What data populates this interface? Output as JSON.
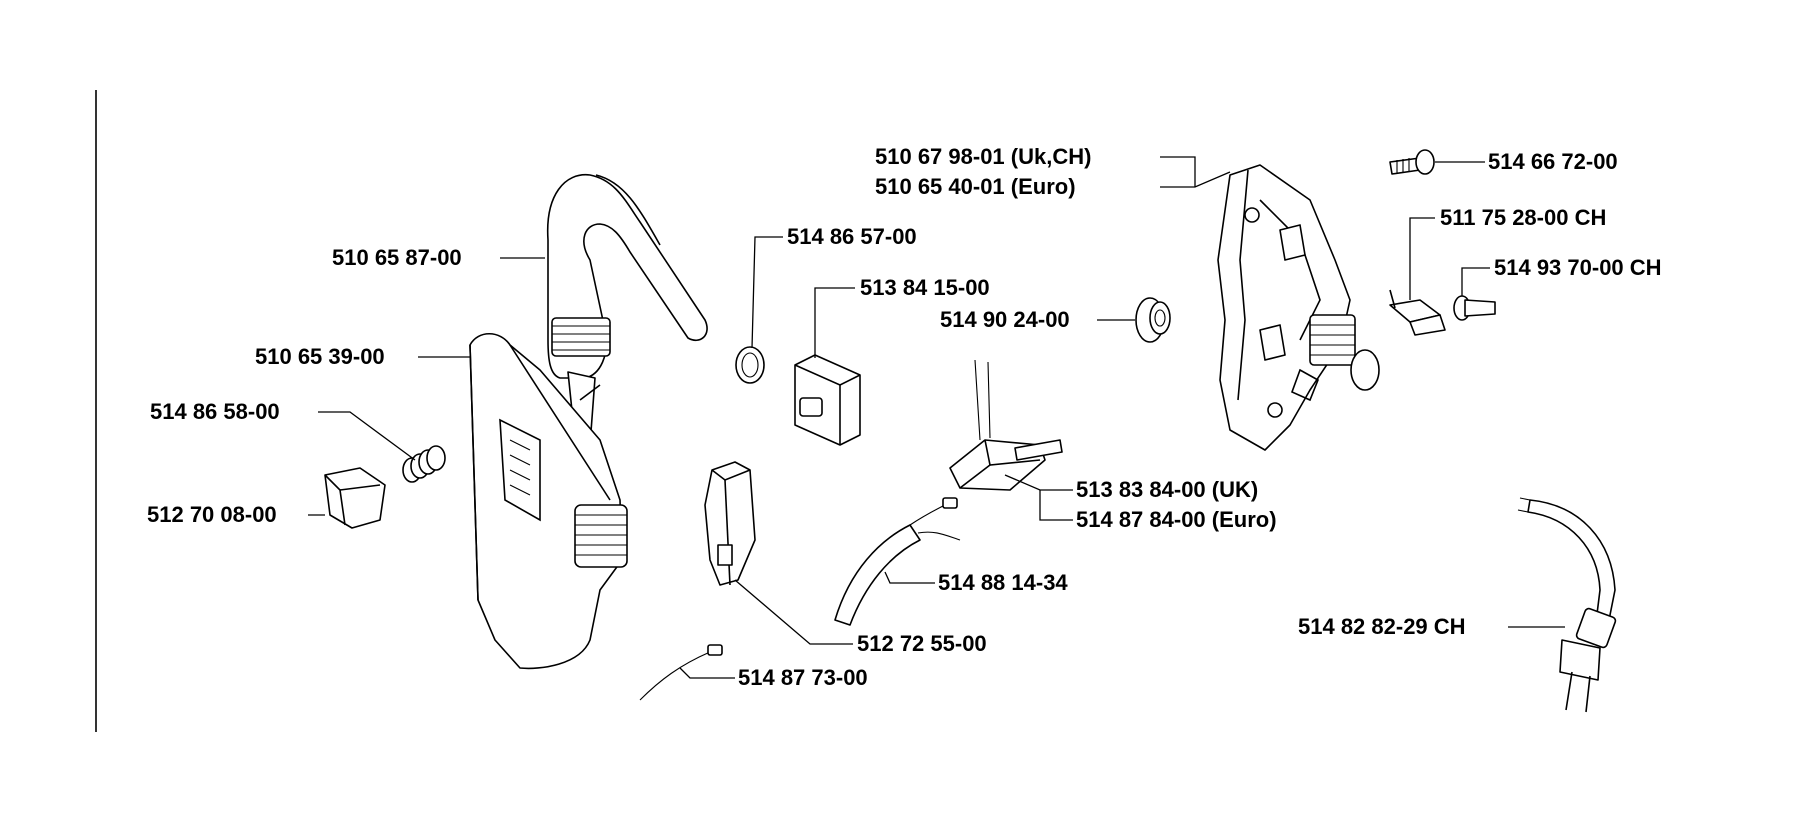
{
  "parts": [
    {
      "id": "p1",
      "number": "510 67 98-01 (Uk,CH)"
    },
    {
      "id": "p2",
      "number": "510 65 40-01 (Euro)"
    },
    {
      "id": "p3",
      "number": "514 66 72-00"
    },
    {
      "id": "p4",
      "number": "511 75 28-00 CH"
    },
    {
      "id": "p5",
      "number": "514 93 70-00 CH"
    },
    {
      "id": "p6",
      "number": "510 65 87-00"
    },
    {
      "id": "p7",
      "number": "514 86 57-00"
    },
    {
      "id": "p8",
      "number": "513 84 15-00"
    },
    {
      "id": "p9",
      "number": "514 90 24-00"
    },
    {
      "id": "p10",
      "number": "510 65 39-00"
    },
    {
      "id": "p11",
      "number": "514 86 58-00"
    },
    {
      "id": "p12",
      "number": "512 70 08-00"
    },
    {
      "id": "p13",
      "number": "513 83 84-00 (UK)"
    },
    {
      "id": "p14",
      "number": "514 87 84-00 (Euro)"
    },
    {
      "id": "p15",
      "number": "514 88 14-34"
    },
    {
      "id": "p16",
      "number": "514 82 82-29 CH"
    },
    {
      "id": "p17",
      "number": "512 72 55-00"
    },
    {
      "id": "p18",
      "number": "514 87 73-00"
    }
  ]
}
